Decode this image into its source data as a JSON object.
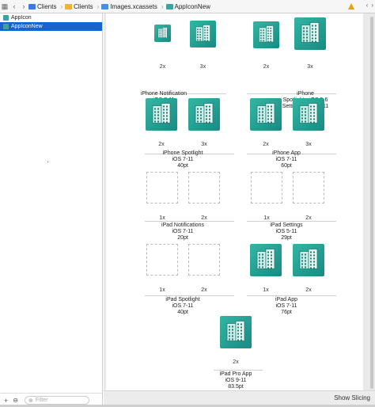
{
  "breadcrumb": {
    "items": [
      "Clients",
      "Clients",
      "Images.xcassets",
      "AppIconNew"
    ]
  },
  "sidebar": {
    "items": [
      {
        "label": "AppIcon",
        "selected": false
      },
      {
        "label": "AppIconNew",
        "selected": true
      }
    ],
    "filter_placeholder": "Filter",
    "add_label": "+",
    "options_label": "⊖"
  },
  "editor": {
    "show_slicing_label": "Show Slicing"
  },
  "icon_groups": [
    {
      "title": "iPhone Notification\niOS 7-11\n20pt",
      "slots": [
        {
          "scale": "2x",
          "filled": true
        },
        {
          "scale": "3x",
          "filled": true
        }
      ]
    },
    {
      "title": "iPhone\nSpotlight - iOS 5,6\nSettings - iOS 5-11\n29pt",
      "slots": [
        {
          "scale": "2x",
          "filled": true
        },
        {
          "scale": "3x",
          "filled": true
        }
      ]
    },
    {
      "title": "iPhone Spotlight\niOS 7-11\n40pt",
      "slots": [
        {
          "scale": "2x",
          "filled": true
        },
        {
          "scale": "3x",
          "filled": true
        }
      ]
    },
    {
      "title": "iPhone App\niOS 7-11\n60pt",
      "slots": [
        {
          "scale": "2x",
          "filled": true
        },
        {
          "scale": "3x",
          "filled": true
        }
      ]
    },
    {
      "title": "iPad Notifications\niOS 7-11\n20pt",
      "slots": [
        {
          "scale": "1x",
          "filled": false
        },
        {
          "scale": "2x",
          "filled": false
        }
      ]
    },
    {
      "title": "iPad Settings\niOS 5-11\n29pt",
      "slots": [
        {
          "scale": "1x",
          "filled": false
        },
        {
          "scale": "2x",
          "filled": false
        }
      ]
    },
    {
      "title": "iPad Spotlight\niOS 7-11\n40pt",
      "slots": [
        {
          "scale": "1x",
          "filled": false
        },
        {
          "scale": "2x",
          "filled": false
        }
      ]
    },
    {
      "title": "iPad App\niOS 7-11\n76pt",
      "slots": [
        {
          "scale": "1x",
          "filled": true
        },
        {
          "scale": "2x",
          "filled": true
        }
      ]
    },
    {
      "title": "iPad Pro App\niOS 9-11\n83.5pt",
      "slots": [
        {
          "scale": "2x",
          "filled": true
        }
      ]
    }
  ]
}
